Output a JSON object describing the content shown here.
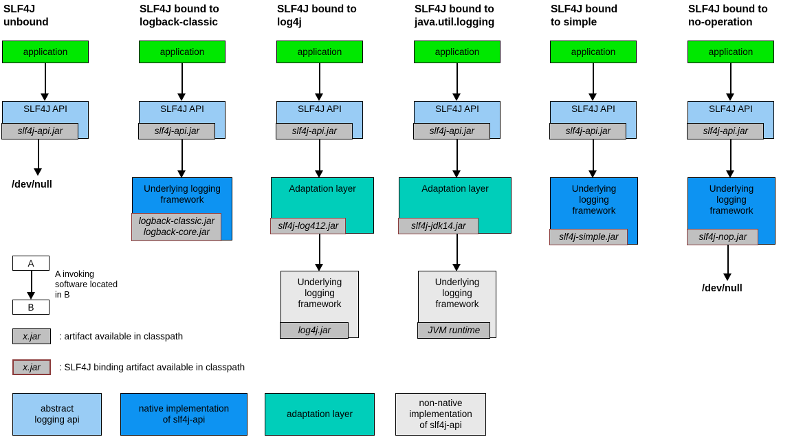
{
  "diagram": {
    "title": "SLF4J binding diagram",
    "colors": {
      "application": "#00e800",
      "abstract_api": "#99ccf5",
      "native_impl": "#0d93f2",
      "adaptation": "#00ceba",
      "non_native": "#e8e8e8",
      "jar_fill": "#c0c0c0",
      "binding_border": "#8b3a3a",
      "stroke": "#000000",
      "background": "#ffffff"
    }
  },
  "columns": [
    {
      "id": "unbound",
      "title": "SLF4J\nunbound",
      "application_label": "application",
      "api_label": "SLF4J API",
      "api_jar": "slf4j-api.jar",
      "terminal_label": "/dev/null"
    },
    {
      "id": "logback-classic",
      "title": "SLF4J bound to\nlogback-classic",
      "application_label": "application",
      "api_label": "SLF4J API",
      "api_jar": "slf4j-api.jar",
      "impl_label": "Underlying logging\nframework",
      "impl_jar": "logback-classic.jar\nlogback-core.jar"
    },
    {
      "id": "log4j",
      "title": "SLF4J bound to\nlog4j",
      "application_label": "application",
      "api_label": "SLF4J API",
      "api_jar": "slf4j-api.jar",
      "adapt_label": "Adaptation layer",
      "adapt_jar": "slf4j-log412.jar",
      "impl_label": "Underlying\nlogging\nframework",
      "impl_jar": "log4j.jar"
    },
    {
      "id": "java-util-logging",
      "title": "SLF4J bound to\njava.util.logging",
      "application_label": "application",
      "api_label": "SLF4J API",
      "api_jar": "slf4j-api.jar",
      "adapt_label": "Adaptation layer",
      "adapt_jar": "slf4j-jdk14.jar",
      "impl_label": "Underlying\nlogging\nframework",
      "impl_jar": "JVM runtime"
    },
    {
      "id": "simple",
      "title": "SLF4J bound\nto simple",
      "application_label": "application",
      "api_label": "SLF4J API",
      "api_jar": "slf4j-api.jar",
      "impl_label": "Underlying\nlogging\nframework",
      "impl_jar": "slf4j-simple.jar"
    },
    {
      "id": "no-operation",
      "title": "SLF4J bound to\nno-operation",
      "application_label": "application",
      "api_label": "SLF4J API",
      "api_jar": "slf4j-api.jar",
      "impl_label": "Underlying\nlogging\nframework",
      "impl_jar": "slf4j-nop.jar",
      "terminal_label": "/dev/null"
    }
  ],
  "legend": {
    "invocation": {
      "box_a": "A",
      "box_b": "B",
      "description": "A invoking\nsoftware located\nin B"
    },
    "artifact": {
      "sample": "x.jar",
      "description": ": artifact available in classpath"
    },
    "binding_artifact": {
      "sample": "x.jar",
      "description": ": SLF4J binding artifact available in classpath"
    },
    "swatches": [
      {
        "label": "abstract\nlogging api",
        "color": "#99ccf5"
      },
      {
        "label": "native implementation\nof slf4j-api",
        "color": "#0d93f2"
      },
      {
        "label": "adaptation layer",
        "color": "#00ceba"
      },
      {
        "label": "non-native\nimplementation\nof slf4j-api",
        "color": "#e8e8e8"
      }
    ]
  }
}
